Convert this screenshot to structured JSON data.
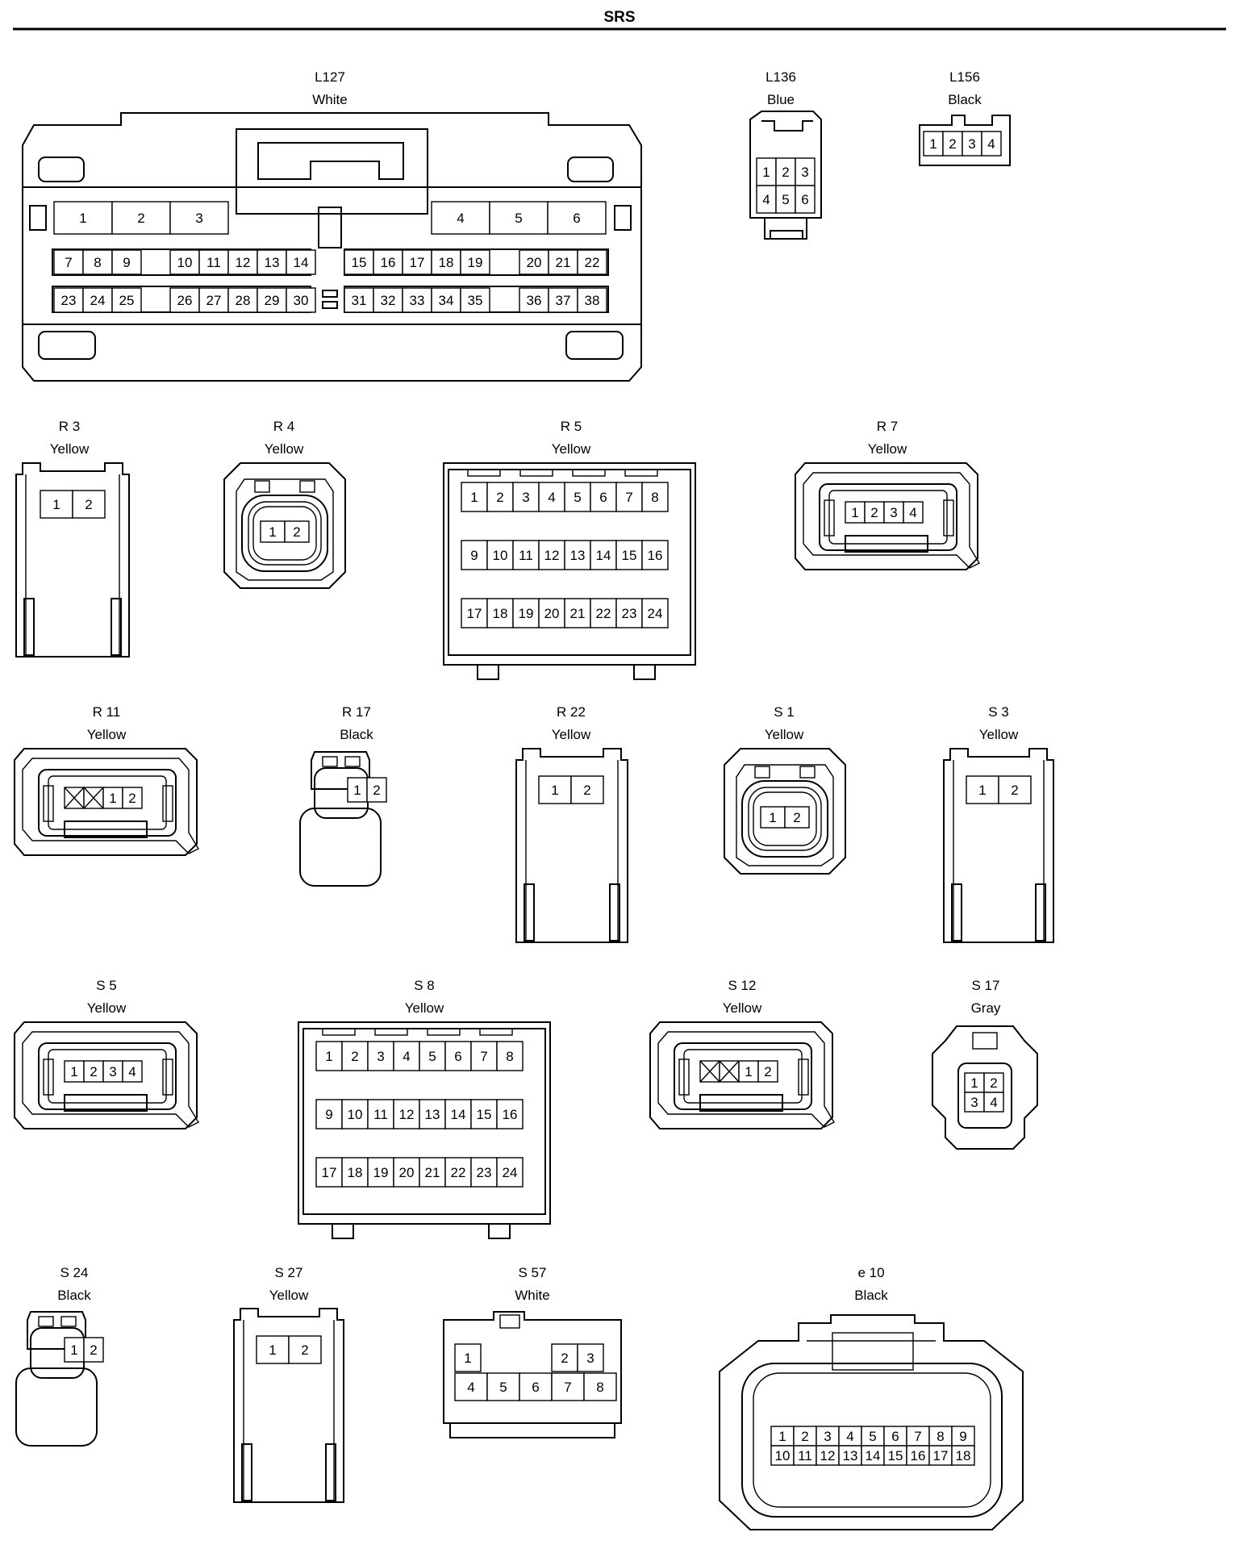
{
  "page": {
    "title": "SRS"
  },
  "connectors": [
    {
      "id": "L127",
      "color": "White",
      "pins": [
        "1",
        "2",
        "3",
        "4",
        "5",
        "6",
        "7",
        "8",
        "9",
        "10",
        "11",
        "12",
        "13",
        "14",
        "15",
        "16",
        "17",
        "18",
        "19",
        "20",
        "21",
        "22",
        "23",
        "24",
        "25",
        "26",
        "27",
        "28",
        "29",
        "30",
        "31",
        "32",
        "33",
        "34",
        "35",
        "36",
        "37",
        "38"
      ]
    },
    {
      "id": "L136",
      "color": "Blue",
      "pins": [
        "1",
        "2",
        "3",
        "4",
        "5",
        "6"
      ]
    },
    {
      "id": "L156",
      "color": "Black",
      "pins": [
        "1",
        "2",
        "3",
        "4"
      ]
    },
    {
      "id": "R 3",
      "color": "Yellow",
      "pins": [
        "1",
        "2"
      ]
    },
    {
      "id": "R 4",
      "color": "Yellow",
      "pins": [
        "1",
        "2"
      ]
    },
    {
      "id": "R 5",
      "color": "Yellow",
      "pins": [
        "1",
        "2",
        "3",
        "4",
        "5",
        "6",
        "7",
        "8",
        "9",
        "10",
        "11",
        "12",
        "13",
        "14",
        "15",
        "16",
        "17",
        "18",
        "19",
        "20",
        "21",
        "22",
        "23",
        "24"
      ]
    },
    {
      "id": "R 7",
      "color": "Yellow",
      "pins": [
        "1",
        "2",
        "3",
        "4"
      ]
    },
    {
      "id": "R 11",
      "color": "Yellow",
      "pins": [
        "1",
        "2"
      ]
    },
    {
      "id": "R 17",
      "color": "Black",
      "pins": [
        "1",
        "2"
      ]
    },
    {
      "id": "R 22",
      "color": "Yellow",
      "pins": [
        "1",
        "2"
      ]
    },
    {
      "id": "S 1",
      "color": "Yellow",
      "pins": [
        "1",
        "2"
      ]
    },
    {
      "id": "S 3",
      "color": "Yellow",
      "pins": [
        "1",
        "2"
      ]
    },
    {
      "id": "S 5",
      "color": "Yellow",
      "pins": [
        "1",
        "2",
        "3",
        "4"
      ]
    },
    {
      "id": "S 8",
      "color": "Yellow",
      "pins": [
        "1",
        "2",
        "3",
        "4",
        "5",
        "6",
        "7",
        "8",
        "9",
        "10",
        "11",
        "12",
        "13",
        "14",
        "15",
        "16",
        "17",
        "18",
        "19",
        "20",
        "21",
        "22",
        "23",
        "24"
      ]
    },
    {
      "id": "S 12",
      "color": "Yellow",
      "pins": [
        "1",
        "2"
      ]
    },
    {
      "id": "S 17",
      "color": "Gray",
      "pins": [
        "1",
        "2",
        "3",
        "4"
      ]
    },
    {
      "id": "S 24",
      "color": "Black",
      "pins": [
        "1",
        "2"
      ]
    },
    {
      "id": "S 27",
      "color": "Yellow",
      "pins": [
        "1",
        "2"
      ]
    },
    {
      "id": "S 57",
      "color": "White",
      "pins": [
        "1",
        "2",
        "3",
        "4",
        "5",
        "6",
        "7",
        "8"
      ]
    },
    {
      "id": "e 10",
      "color": "Black",
      "pins": [
        "1",
        "2",
        "3",
        "4",
        "5",
        "6",
        "7",
        "8",
        "9",
        "10",
        "11",
        "12",
        "13",
        "14",
        "15",
        "16",
        "17",
        "18"
      ]
    }
  ]
}
